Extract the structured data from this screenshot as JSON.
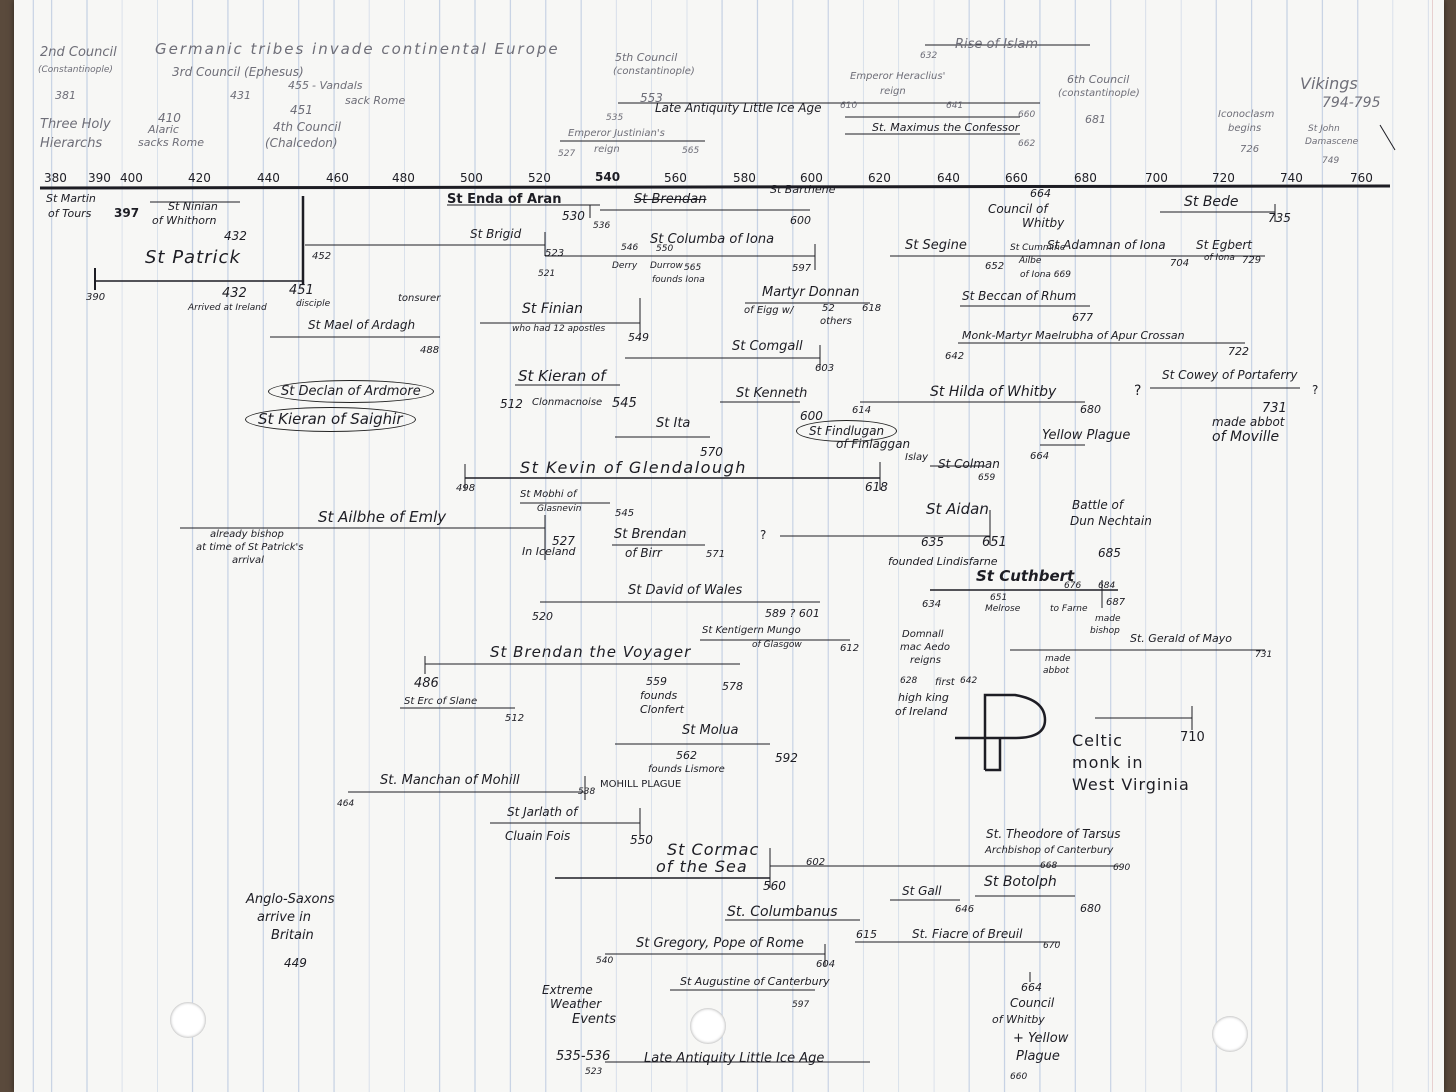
{
  "axis": {
    "ticks": [
      "380",
      "390",
      "400",
      "420",
      "440",
      "460",
      "480",
      "500",
      "520",
      "540",
      "560",
      "580",
      "600",
      "620",
      "640",
      "660",
      "680",
      "700",
      "720",
      "740",
      "760"
    ]
  },
  "top_events": {
    "council2": "2nd Council",
    "council2_sub": "(Constantinople)",
    "council2_year": "381",
    "germanic": "Germanic tribes invade continental Europe",
    "council3": "3rd Council (Ephesus)",
    "council3_year": "431",
    "vandals_year": "455",
    "vandals": "- Vandals",
    "vandals2": "sack Rome",
    "alaric_year": "410",
    "alaric": "Alaric",
    "alaric2": "sacks Rome",
    "council4_year": "451",
    "council4": "4th Council",
    "council4_sub": "(Chalcedon)",
    "three_holy": "Three Holy",
    "hierarchs": "Hierarchs",
    "council5": "5th Council",
    "council5_sub": "(constantinople)",
    "council5_year": "553",
    "lalia_top": "Late Antiquity Little Ice Age",
    "lalia_top_start": "535",
    "lalia_top_end": "660",
    "justinian": "Emperor Justinian's",
    "justinian2": "reign",
    "justinian_start": "527",
    "justinian_end": "565",
    "islam_year": "632",
    "islam": "Rise of Islam",
    "heraclius": "Emperor Heraclius'",
    "heraclius2": "reign",
    "heraclius_start": "610",
    "heraclius_end": "641",
    "maximus": "St. Maximus the Confessor",
    "maximus_end": "662",
    "council6": "6th Council",
    "council6_sub": "(constantinople)",
    "council6_year": "681",
    "vikings": "Vikings",
    "vikings_years": "794-795",
    "iconoclasm": "Iconoclasm",
    "iconoclasm2": "begins",
    "iconoclasm_year": "726",
    "john_d": "St John",
    "john_d2": "Damascene",
    "john_d_year": "749"
  },
  "saints": {
    "martin": "St Martin",
    "martin2": "of Tours",
    "martin_year": "397",
    "ninian": "St Ninian",
    "ninian2": "of Whithorn",
    "ninian_year": "432",
    "patrick": "St Patrick",
    "patrick_start": "390",
    "patrick_432": "432",
    "patrick_arrived": "Arrived at Ireland",
    "patrick_451": "451",
    "patrick_452": "452",
    "disciple": "disciple",
    "enda": "St Enda of Aran",
    "enda_year": "530",
    "brendan_scratch": "St Brendan",
    "barthene": "St Barthene",
    "barthene_start": "536",
    "barthene_end": "600",
    "council_whitby_year": "664",
    "council_whitby": "Council of",
    "council_whitby2": "Whitby",
    "bede": "St Bede",
    "bede_year": "735",
    "brigid": "St Brigid",
    "brigid_year": "523",
    "columba": "St Columba of Iona",
    "columba_546": "546",
    "columba_550": "550",
    "columba_563": "565",
    "columba_597": "597",
    "derry": "Derry",
    "durrow": "Durrow",
    "founds_iona": "founds Iona",
    "columba_521": "521",
    "segine": "St Segine",
    "cummine": "St Cummine",
    "ailbe": "Ailbe",
    "iona669": "of Iona 669",
    "segine_652": "652",
    "adamnan": "St Adamnan of Iona",
    "adamnan_year": "704",
    "egbert": "St Egbert",
    "egbert2": "of Iona",
    "egbert_year": "729",
    "mael": "St Mael of Ardagh",
    "mael_year": "488",
    "tonsurer": "tonsurer",
    "finian": "St Finian",
    "finian2": "who had 12 apostles",
    "finian_year": "549",
    "donnan": "Martyr Donnan",
    "donnan2": "of Eigg w/",
    "donnan3": "52",
    "donnan4": "others",
    "donnan_year": "618",
    "beccan": "St Beccan of Rhum",
    "beccan_year": "677",
    "maelrubha": "Monk-Martyr Maelrubha of Apur Crossan",
    "maelrubha_start": "642",
    "maelrubha_end": "722",
    "comgall": "St Comgall",
    "comgall_year": "603",
    "declan": "St Declan of Ardmore",
    "kieran_saighir": "St Kieran of Saighir",
    "kieran": "St Kieran of",
    "clonmacnoise": "Clonmacnoise",
    "kieran_start": "512",
    "kieran_end": "545",
    "kenneth": "St Kenneth",
    "kenneth_year": "600",
    "hilda": "St Hilda of Whitby",
    "hilda_start": "614",
    "hilda_end": "680",
    "cowey": "St Cowey of Portaferry",
    "cowey_q": "?",
    "cowey_q2": "?",
    "cowey_year": "731",
    "cowey2": "made abbot",
    "cowey3": "of Moville",
    "ita": "St Ita",
    "ita_year": "570",
    "findlugan": "St Findlugan",
    "findlugan2": "of Finlaggan",
    "islay": "Islay",
    "colman": "St Colman",
    "colman_year": "659",
    "yellow": "Yellow Plague",
    "yellow_year": "664",
    "kevin": "St Kevin of Glendalough",
    "kevin_start": "498",
    "kevin_end": "618",
    "mobhi": "St Mobhi of",
    "glasnevin": "Glasnevin",
    "mobhi_year": "545",
    "ailbhe": "St Ailbhe of Emly",
    "ailbhe2": "already bishop",
    "ailbhe3": "at time of St Patrick's",
    "ailbhe4": "arrival",
    "aidan": "St Aidan",
    "aidan_635": "635",
    "aidan_651": "651",
    "founded": "founded Lindisfarne",
    "aidan_q": "?",
    "battle": "Battle of",
    "battle2": "Dun Nechtain",
    "battle_year": "685",
    "brendan_birr": "St Brendan",
    "brendan_birr2": "of Birr",
    "brendan_birr_year": "571",
    "in_iceland": "In Iceland",
    "iceland_year": "527",
    "cuthbert": "St Cuthbert",
    "cuthbert_634": "634",
    "cuthbert_651": "651",
    "melrose": "Melrose",
    "farne": "to Farne",
    "cuthbert_676": "676",
    "cuthbert_684": "684",
    "cuthbert_687": "687",
    "made_bishop": "made",
    "made_bishop2": "bishop",
    "david": "St David of Wales",
    "david_520": "520",
    "david_589": "589 ? 601",
    "kentigern": "St Kentigern Mungo",
    "kentigern2": "of Glasgow",
    "kentigern_year": "612",
    "domnall": "Domnall",
    "domnall2": "mac Aedo",
    "domnall3": "reigns",
    "domnall_628": "628",
    "domnall_first": "first",
    "domnall_642": "642",
    "high_king": "high king",
    "of_ireland": "of Ireland",
    "gerald": "St. Gerald of Mayo",
    "gerald_year": "731",
    "made_abbot": "made",
    "made_abbot2": "abbot",
    "brendan_voy": "St Brendan the Voyager",
    "brendan_voy_486": "486",
    "brendan_voy_559": "559",
    "brendan_voy_578": "578",
    "founds_clonfert": "founds",
    "founds_clonfert2": "Clonfert",
    "erc": "St Erc of Slane",
    "erc_year": "512",
    "molua": "St Molua",
    "molua_562": "562",
    "molua_592": "592",
    "founds_lismore": "founds Lismore",
    "celtic_year": "710",
    "celtic": "Celtic",
    "celtic2": "monk in",
    "celtic3": "West Virginia",
    "manchan": "St. Manchan of Mohill",
    "manchan_464": "464",
    "manchan_538": "538",
    "mohill": "MOHILL PLAGUE",
    "jarlath": "St Jarlath of",
    "jarlath2": "Cluain Fois",
    "jarlath_year": "550",
    "cormac": "St Cormac",
    "cormac2": "of the Sea",
    "cormac_year": "560",
    "cormac_602": "602",
    "theodore": "St. Theodore of Tarsus",
    "theodore2": "Archbishop of Canterbury",
    "theodore_668": "668",
    "theodore_690": "690",
    "anglo": "Anglo-Saxons",
    "anglo2": "arrive in",
    "anglo3": "Britain",
    "anglo_year": "449",
    "gall": "St Gall",
    "gall_year": "646",
    "botolph": "St Botolph",
    "botolph_year": "680",
    "columbanus": "St. Columbanus",
    "columbanus_year": "615",
    "fiacre": "St. Fiacre of Breuil",
    "fiacre_year": "670",
    "gregory": "St Gregory, Pope of Rome",
    "gregory_540": "540",
    "gregory_604": "604",
    "augustine": "St Augustine of Canterbury",
    "augustine_year": "597",
    "extreme": "Extreme",
    "extreme2": "Weather",
    "extreme3": "Events",
    "whitby_b": "664",
    "whitby_b2": "Council",
    "whitby_b3": "of Whitby",
    "whitby_b4": "+ Yellow",
    "whitby_b5": "Plague",
    "whitby_b_year": "660",
    "lalia_bottom_years": "535-536",
    "lalia_bottom": "Late Antiquity Little Ice Age",
    "lalia_bottom_sub": "523"
  }
}
